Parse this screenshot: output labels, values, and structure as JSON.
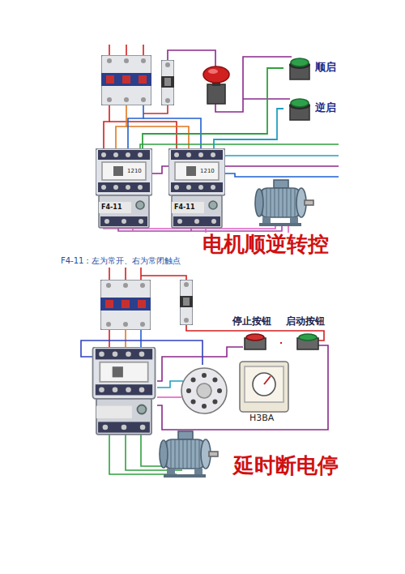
{
  "diagram": {
    "nodes": [
      {
        "text": [
          "顺启"
        ]
      },
      {
        "text": [
          "逆启"
        ]
      },
      {
        "text": [
          "1210",
          "F4-11"
        ]
      },
      {
        "text": [
          "1210",
          "F4-11"
        ]
      },
      {
        "text": [
          "停止按钮"
        ]
      },
      {
        "text": [
          "启动按钮"
        ]
      },
      {
        "text": [
          "H3BA"
        ]
      }
    ],
    "edges": [
      {
        "from": 0,
        "to": 2,
        "arrow": "none"
      },
      {
        "from": 1,
        "to": 3,
        "arrow": "none"
      },
      {
        "from": 4,
        "to": 5,
        "arrow": "none"
      }
    ],
    "labels": [
      "电机顺逆转控",
      "F4-11：左为常开、右为常闭触点",
      "延时断电停"
    ]
  }
}
